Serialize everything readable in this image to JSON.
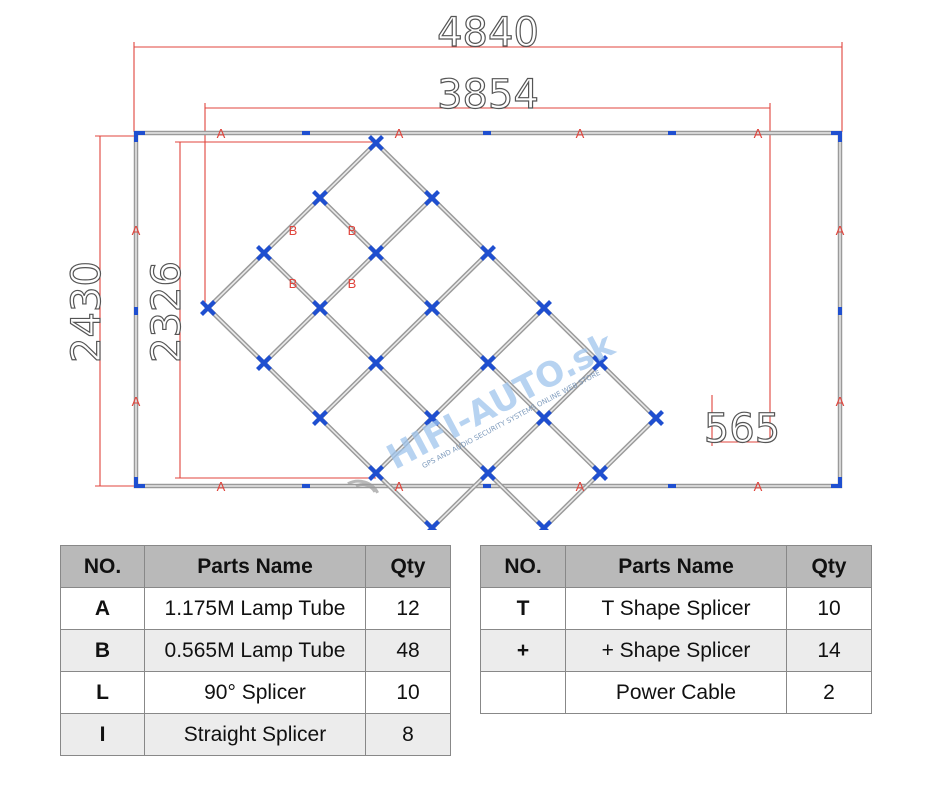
{
  "dimensions": {
    "total_width": "4840",
    "inner_width": "3854",
    "total_height": "2430",
    "inner_height": "2326",
    "offset": "565"
  },
  "part_labels": {
    "a": "A",
    "b": "B"
  },
  "watermark": {
    "brand": "HIFI-AUTO.sk",
    "tagline": "GPS AND AUDIO SECURITY SYSTEMS ONLINE WEB STORE"
  },
  "colors": {
    "dimension_line": "#e0443c",
    "tube": "#b5b5b5",
    "splicer": "#1f4fd0",
    "header_bg": "#b9b9b9"
  },
  "table_left": {
    "headers": {
      "no": "NO.",
      "name": "Parts Name",
      "qty": "Qty"
    },
    "rows": [
      {
        "no": "A",
        "name": "1.175M Lamp Tube",
        "qty": "12"
      },
      {
        "no": "B",
        "name": "0.565M Lamp Tube",
        "qty": "48"
      },
      {
        "no": "L",
        "name": "90° Splicer",
        "qty": "10"
      },
      {
        "no": "I",
        "name": "Straight Splicer",
        "qty": "8"
      }
    ]
  },
  "table_right": {
    "headers": {
      "no": "NO.",
      "name": "Parts Name",
      "qty": "Qty"
    },
    "rows": [
      {
        "no": "T",
        "name": "T Shape Splicer",
        "qty": "10"
      },
      {
        "no": "+",
        "name": "+ Shape Splicer",
        "qty": "14"
      },
      {
        "no": "",
        "name": "Power Cable",
        "qty": "2"
      }
    ]
  }
}
